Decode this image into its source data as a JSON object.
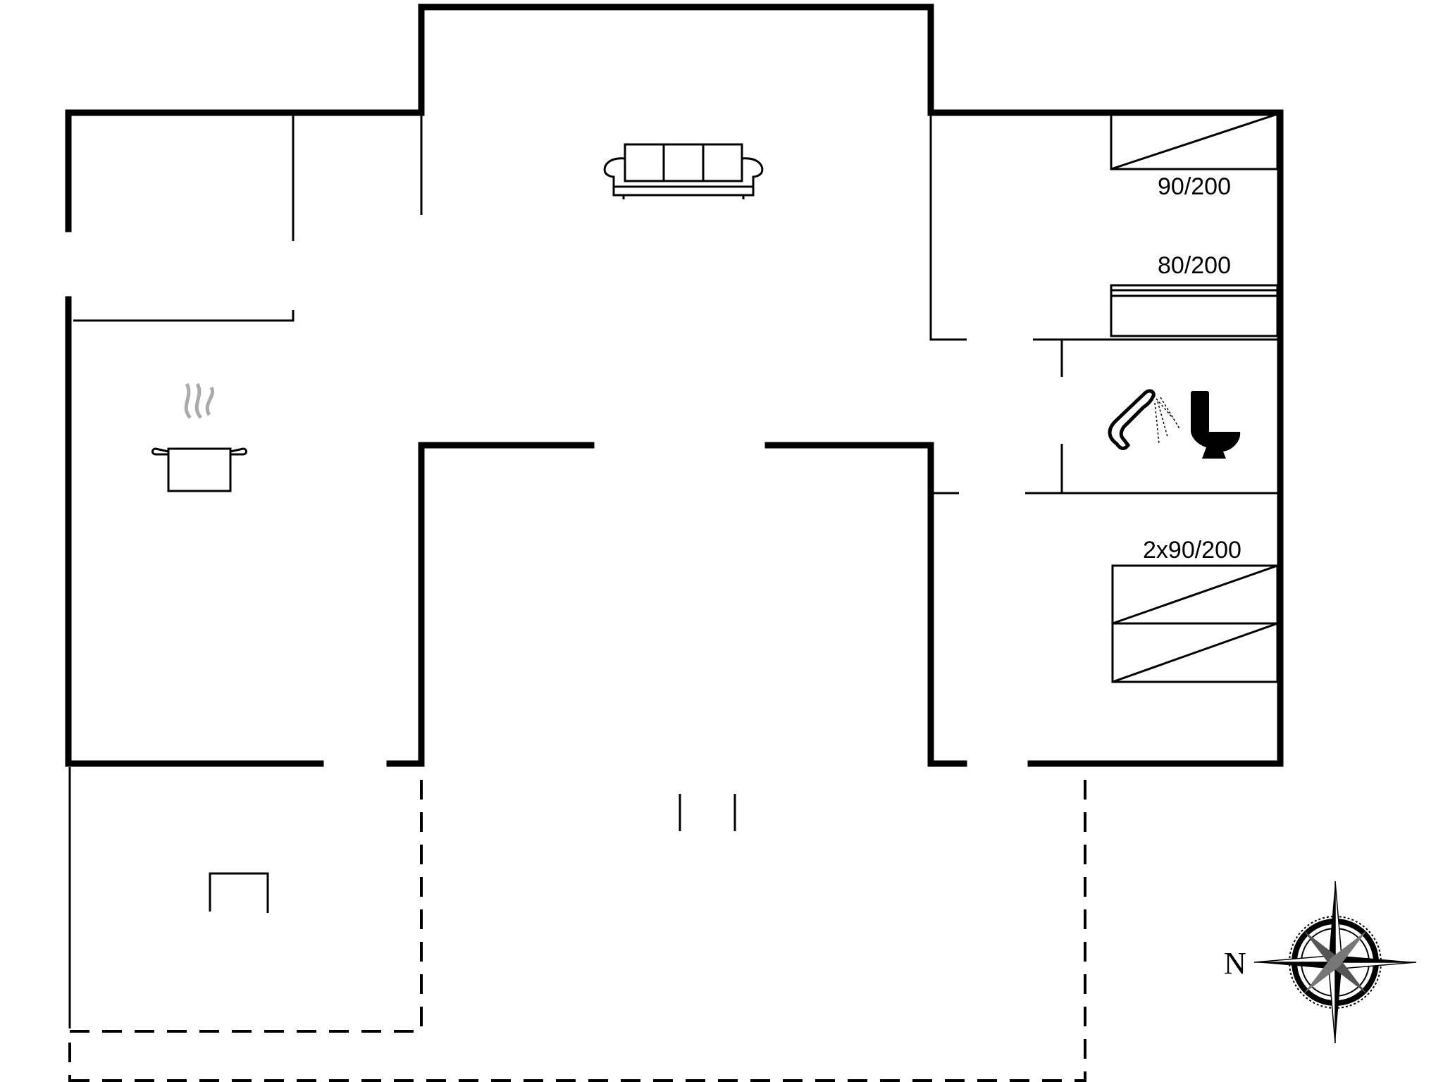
{
  "bed_labels": {
    "bed1": "90/200",
    "bed2": "80/200",
    "bed3": "2x90/200"
  },
  "compass": {
    "north_label": "N"
  },
  "icons": [
    "sofa-icon",
    "cooking-pot-icon",
    "shower-icon",
    "toilet-icon",
    "fireplace-icon",
    "compass-rose-icon"
  ],
  "colors": {
    "line": "#000000",
    "background": "#ffffff",
    "steam": "#aaaaaa"
  }
}
